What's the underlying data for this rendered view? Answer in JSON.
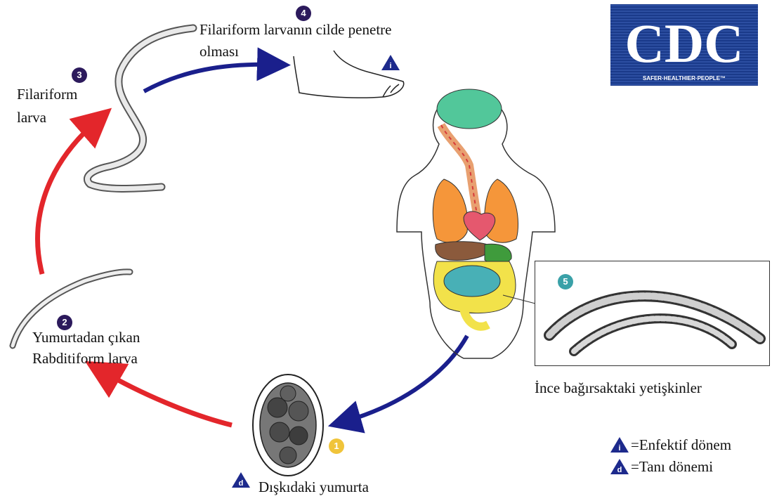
{
  "logo": {
    "text": "CDC",
    "tagline": "SAFER·HEALTHIER·PEOPLE™",
    "color": "#1a3a8a"
  },
  "stages": {
    "s1": {
      "number": "1",
      "label": "Dışkıdaki yumurta",
      "stage_type": "d"
    },
    "s2": {
      "number": "2",
      "label_line1": "Yumurtadan çıkan",
      "label_line2": "Rabditiform larva"
    },
    "s3": {
      "number": "3",
      "label_line1": "Filariform",
      "label_line2": "larva"
    },
    "s4": {
      "number": "4",
      "label_line1": "Filariform larvanın cilde  penetre",
      "label_line2": "olması",
      "stage_type": "i"
    },
    "s5": {
      "number": "5",
      "label": "İnce bağırsaktaki yetişkinler"
    }
  },
  "legend": {
    "infective": {
      "symbol": "i",
      "label": "=Enfektif dönem"
    },
    "diagnostic": {
      "symbol": "d",
      "label": "=Tanı dönemi"
    }
  },
  "colors": {
    "arrow_red": "#e3262b",
    "arrow_blue": "#1a1f8c",
    "badge_dark": "#2c1a5c",
    "badge_teal": "#3aa1a8",
    "badge_gold": "#f0c43a",
    "triangle": "#1d2a8c"
  }
}
